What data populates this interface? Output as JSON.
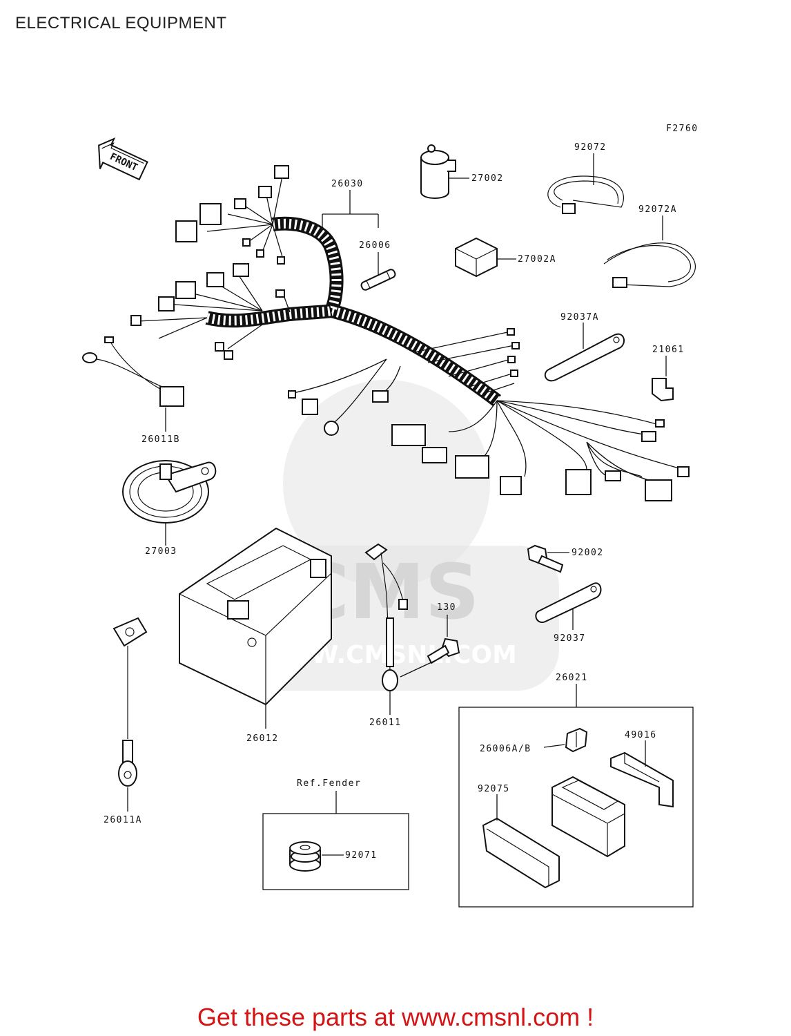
{
  "page": {
    "title": "ELECTRICAL EQUIPMENT",
    "footer": "Get these parts at www.cmsnl.com !"
  },
  "diagram": {
    "figure_code": "F2760",
    "front_marker": "FRONT",
    "ref_note": "Ref.Fender",
    "labels": {
      "p26030": "26030",
      "p27002": "27002",
      "p92072": "92072",
      "p92072A": "92072A",
      "p26006": "26006",
      "p27002A": "27002A",
      "p92037A": "92037A",
      "p21061": "21061",
      "p26011B": "26011B",
      "p27003": "27003",
      "p92002": "92002",
      "p130": "130",
      "p92037": "92037",
      "p26012": "26012",
      "p26011": "26011",
      "p26021": "26021",
      "p26006AB": "26006A/B",
      "p49016": "49016",
      "p92075": "92075",
      "p92071": "92071",
      "p26011A": "26011A"
    },
    "watermark": {
      "brand": "CMS",
      "url": "WWW.CMSNL.COM"
    }
  }
}
